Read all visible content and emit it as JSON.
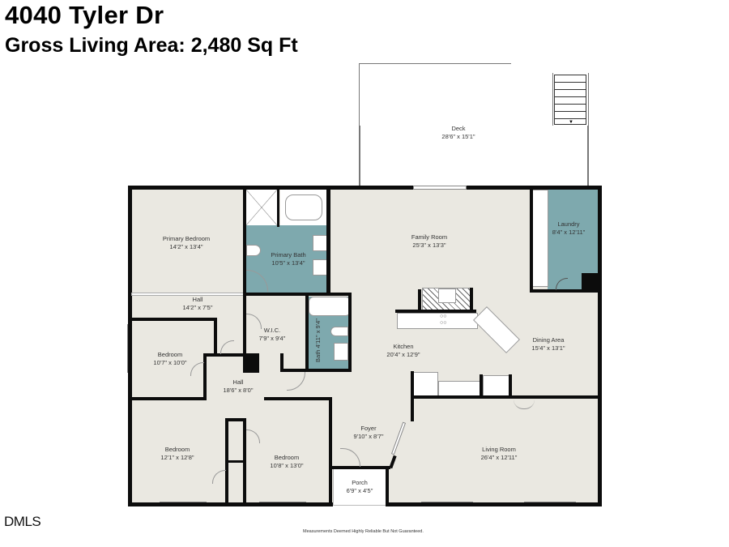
{
  "header": {
    "address": "4040 Tyler Dr",
    "gross_living_area": "Gross Living Area: 2,480 Sq Ft"
  },
  "rooms": {
    "deck": {
      "name": "Deck",
      "size": "28'6\" x 15'1\""
    },
    "primary_bedroom": {
      "name": "Primary Bedroom",
      "size": "14'2\" x 13'4\""
    },
    "primary_bath": {
      "name": "Primary Bath",
      "size": "10'5\" x 13'4\""
    },
    "family_room": {
      "name": "Family Room",
      "size": "25'3\" x 13'3\""
    },
    "laundry": {
      "name": "Laundry",
      "size": "8'4\" x 12'11\""
    },
    "hall_upper": {
      "name": "Hall",
      "size": "14'2\" x 7'5\""
    },
    "wic": {
      "name": "W.I.C.",
      "size": "7'9\" x 9'4\""
    },
    "bath": {
      "name": "Bath",
      "size": "4'11\" x 9'4\""
    },
    "kitchen": {
      "name": "Kitchen",
      "size": "20'4\" x 12'9\""
    },
    "dining_area": {
      "name": "Dining Area",
      "size": "15'4\" x 13'1\""
    },
    "bedroom_1": {
      "name": "Bedroom",
      "size": "10'7\" x 10'0\""
    },
    "hall_center": {
      "name": "Hall",
      "size": "18'6\" x 8'0\""
    },
    "bedroom_2": {
      "name": "Bedroom",
      "size": "12'1\" x 12'8\""
    },
    "bedroom_3": {
      "name": "Bedroom",
      "size": "10'8\" x 13'0\""
    },
    "foyer": {
      "name": "Foyer",
      "size": "9'10\" x 8'7\""
    },
    "porch": {
      "name": "Porch",
      "size": "6'9\" x 4'5\""
    },
    "living_room": {
      "name": "Living Room",
      "size": "26'4\" x 12'11\""
    }
  },
  "colors": {
    "room_fill": "#eae8e1",
    "wet_room_fill": "#7ea9ae",
    "wall": "#0c0c0c"
  },
  "footer": {
    "logo": "DMLS",
    "disclaimer": "Measurements Deemed Highly Reliable But Not Guaranteed."
  }
}
